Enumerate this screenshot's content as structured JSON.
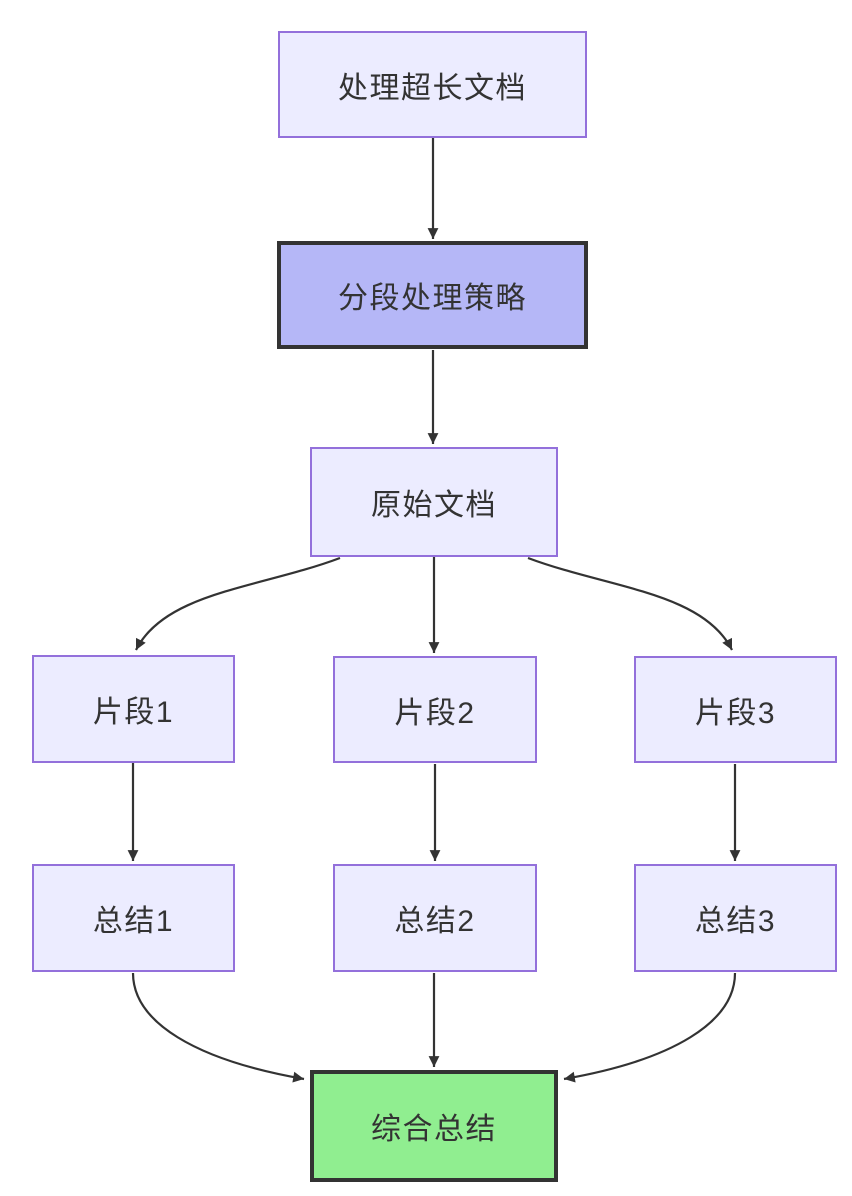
{
  "diagram": {
    "type": "flowchart",
    "direction": "top-down",
    "nodes": [
      {
        "id": "A",
        "label": "处理超长文档",
        "style": "default"
      },
      {
        "id": "B",
        "label": "分段处理策略",
        "style": "highlight"
      },
      {
        "id": "C",
        "label": "原始文档",
        "style": "default"
      },
      {
        "id": "D",
        "label": "片段1",
        "style": "default"
      },
      {
        "id": "E",
        "label": "片段2",
        "style": "default"
      },
      {
        "id": "F",
        "label": "片段3",
        "style": "default"
      },
      {
        "id": "G",
        "label": "总结1",
        "style": "default"
      },
      {
        "id": "H",
        "label": "总结2",
        "style": "default"
      },
      {
        "id": "I",
        "label": "总结3",
        "style": "default"
      },
      {
        "id": "J",
        "label": "综合总结",
        "style": "success"
      }
    ],
    "edges": [
      {
        "from": "处理超长文档",
        "to": "分段处理策略"
      },
      {
        "from": "分段处理策略",
        "to": "原始文档"
      },
      {
        "from": "原始文档",
        "to": "片段1"
      },
      {
        "from": "原始文档",
        "to": "片段2"
      },
      {
        "from": "原始文档",
        "to": "片段3"
      },
      {
        "from": "片段1",
        "to": "总结1"
      },
      {
        "from": "片段2",
        "to": "总结2"
      },
      {
        "from": "片段3",
        "to": "总结3"
      },
      {
        "from": "总结1",
        "to": "综合总结"
      },
      {
        "from": "总结2",
        "to": "综合总结"
      },
      {
        "from": "总结3",
        "to": "综合总结"
      }
    ]
  },
  "colors": {
    "node-fill": "#ECECFF",
    "node-border": "#9370DB",
    "highlight-fill": "#B5B7F7",
    "highlight-border": "#333333",
    "success-fill": "#90EE90",
    "success-border": "#333333",
    "edge": "#333333",
    "text": "#333333",
    "background": "#FFFFFF"
  }
}
